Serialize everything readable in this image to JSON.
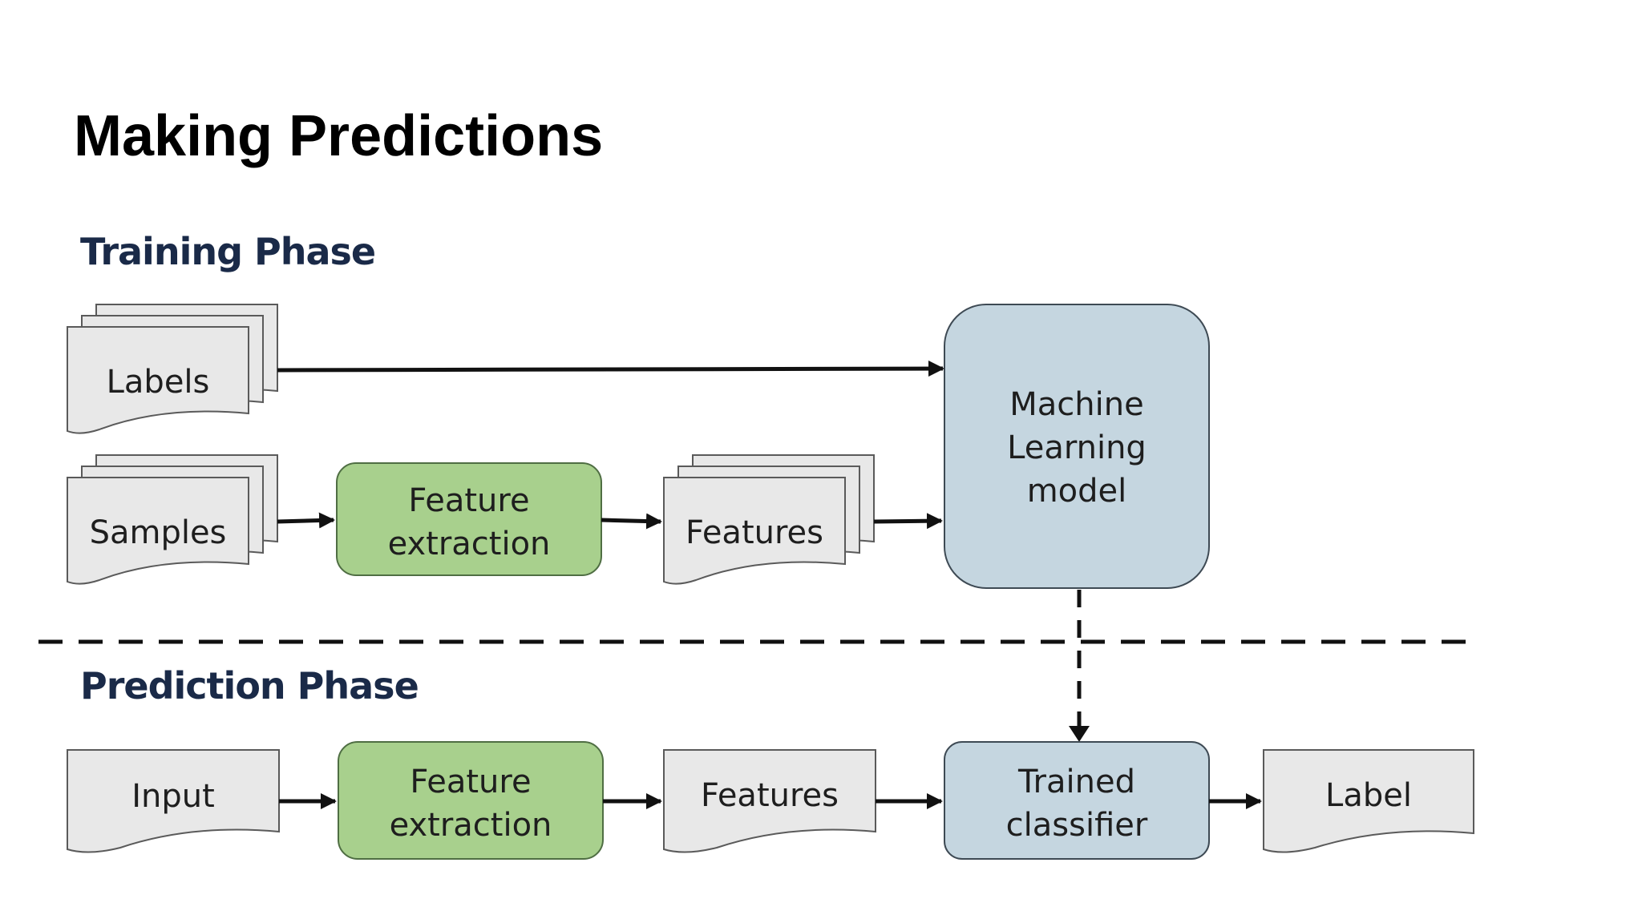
{
  "slide": {
    "title": "Making Predictions"
  },
  "training": {
    "phase_label": "Training Phase",
    "labels_doc": "Labels",
    "samples_doc": "Samples",
    "feature_extraction": [
      "Feature",
      "extraction"
    ],
    "features_doc": "Features",
    "ml_model": [
      "Machine",
      "Learning",
      "model"
    ]
  },
  "prediction": {
    "phase_label": "Prediction Phase",
    "input_doc": "Input",
    "feature_extraction": [
      "Feature",
      "extraction"
    ],
    "features_doc": "Features",
    "trained_classifier": [
      "Trained",
      "classifier"
    ],
    "label_doc": "Label"
  },
  "colors": {
    "document_fill": "#e8e8e8",
    "document_stroke": "#5a5a5a",
    "feature_extraction_fill": "#a8d08d",
    "feature_extraction_stroke": "#4f6e43",
    "model_fill": "#c5d6e0",
    "model_stroke": "#3e4a54",
    "phase_label": "#1a2a48",
    "arrow": "#111111"
  }
}
